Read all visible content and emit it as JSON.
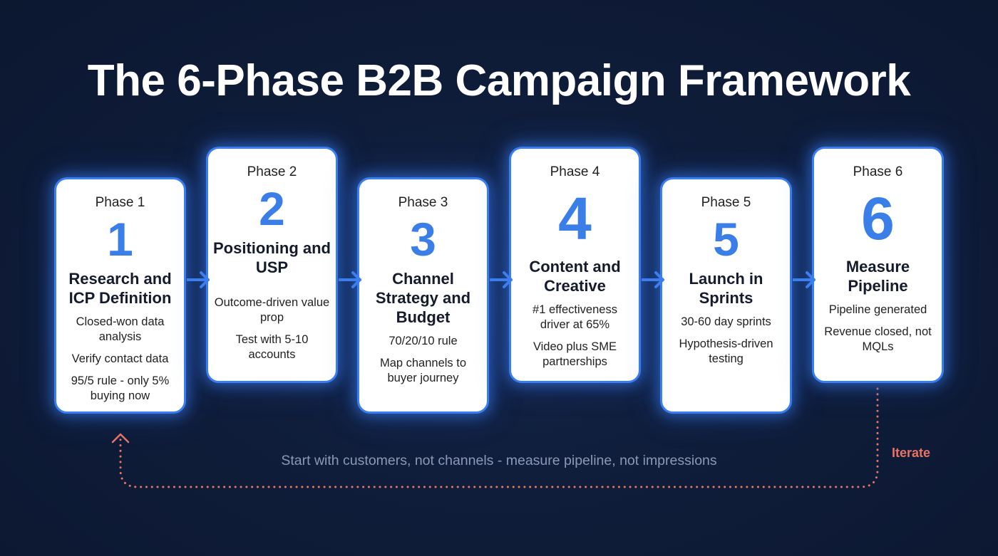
{
  "title": "The 6-Phase B2B Campaign Framework",
  "colors": {
    "background": "#0f1d3a",
    "card_border": "#3b7ef0",
    "phase_number": "#3a7fe8",
    "loop_line": "#e87465",
    "tagline": "#8c98b4"
  },
  "phases": [
    {
      "label": "Phase 1",
      "number": "1",
      "title": "Research and ICP Definition",
      "bullets": [
        "Closed-won data analysis",
        "Verify contact data",
        "95/5 rule - only 5% buying now"
      ]
    },
    {
      "label": "Phase 2",
      "number": "2",
      "title": "Positioning and USP",
      "bullets": [
        "Outcome-driven value prop",
        "Test with 5-10 accounts"
      ]
    },
    {
      "label": "Phase 3",
      "number": "3",
      "title": "Channel Strategy and Budget",
      "bullets": [
        "70/20/10 rule",
        "Map channels to buyer journey"
      ]
    },
    {
      "label": "Phase 4",
      "number": "4",
      "title": "Content and Creative",
      "bullets": [
        "#1 effectiveness driver at 65%",
        "Video plus SME partnerships"
      ]
    },
    {
      "label": "Phase 5",
      "number": "5",
      "title": "Launch in Sprints",
      "bullets": [
        "30-60 day sprints",
        "Hypothesis-driven testing"
      ]
    },
    {
      "label": "Phase 6",
      "number": "6",
      "title": "Measure Pipeline",
      "bullets": [
        "Pipeline generated",
        "Revenue closed, not MQLs"
      ]
    }
  ],
  "loop": {
    "label": "Iterate",
    "from": "Phase 6",
    "to": "Phase 1"
  },
  "tagline": "Start with customers, not channels - measure pipeline, not impressions"
}
